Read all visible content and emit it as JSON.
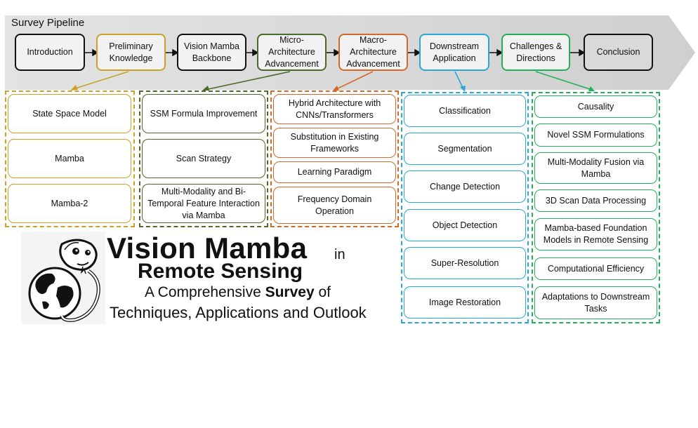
{
  "pipeline": {
    "title": "Survey Pipeline",
    "steps": [
      {
        "label": "Introduction",
        "color": "#111111"
      },
      {
        "label": "Preliminary Knowledge",
        "color": "#c9a227"
      },
      {
        "label": "Vision Mamba Backbone",
        "color": "#111111"
      },
      {
        "label": "Micro-Architecture Advancement",
        "color": "#4a6b2a"
      },
      {
        "label": "Macro-Architecture Advancement",
        "color": "#d4692a"
      },
      {
        "label": "Downstream Application",
        "color": "#2aa7d6"
      },
      {
        "label": "Challenges & Directions",
        "color": "#23b05a"
      },
      {
        "label": "Conclusion",
        "color": "#111111"
      }
    ]
  },
  "groups": {
    "preliminary": {
      "color": "#c9a227",
      "items": [
        "State Space Model",
        "Mamba",
        "Mamba-2"
      ]
    },
    "micro": {
      "color": "#4a6b2a",
      "items": [
        "SSM Formula Improvement",
        "Scan Strategy",
        "Multi-Modality and Bi-Temporal Feature Interaction via Mamba"
      ]
    },
    "macro": {
      "color": "#d4692a",
      "items": [
        "Hybrid Architecture with CNNs/Transformers",
        "Substitution in Existing Frameworks",
        "Learning Paradigm",
        "Frequency Domain Operation"
      ]
    },
    "downstream": {
      "color": "#2aa7d6",
      "items": [
        "Classification",
        "Segmentation",
        "Change Detection",
        "Object Detection",
        "Super-Resolution",
        "Image Restoration"
      ]
    },
    "challenges": {
      "color": "#23b05a",
      "items": [
        "Causality",
        "Novel SSM Formulations",
        "Multi-Modality Fusion via Mamba",
        "3D Scan Data Processing",
        "Mamba-based Foundation Models in Remote Sensing",
        "Computational Efficiency",
        "Adaptations to Downstream Tasks"
      ]
    }
  },
  "title": {
    "line1": "Vision Mamba",
    "line1_suffix": "in",
    "line2": "Remote Sensing",
    "line3_a": "A Comprehensive ",
    "line3_b": "Survey",
    "line3_c": " of",
    "line4": "Techniques, Applications and Outlook"
  },
  "logo": {
    "icon": "snake-globe-logo"
  },
  "colors": {
    "banner": "#d9d9d9",
    "step_fill": "#f2f2f2",
    "text": "#111111"
  }
}
